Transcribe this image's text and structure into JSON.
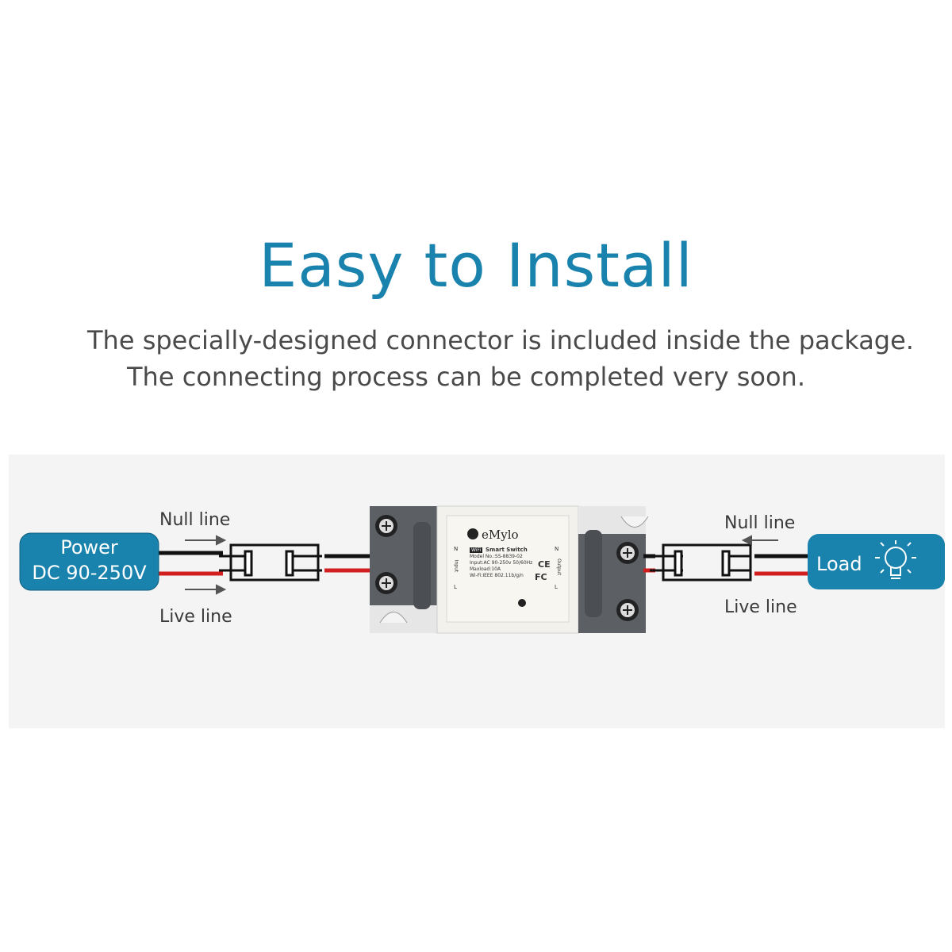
{
  "title": "Easy to Install",
  "subtitle_line1": "The specially-designed connector is included inside the package.",
  "subtitle_line2": "The connecting process can be completed very soon.",
  "left": {
    "null_line": "Null line",
    "live_line": "Live line",
    "power_line1": "Power",
    "power_line2": "DC 90-250V"
  },
  "right": {
    "null_line": "Null line",
    "live_line": "Live line",
    "load": "Load"
  },
  "device": {
    "brand": "eMylo",
    "wifi_badge": "WiFi",
    "product": "Smart Switch",
    "model": "Model No.:SS-8839-02",
    "input": "Input:AC 90-250v 50/60Hz",
    "maxload": "Maxload:10A",
    "wifi_spec": "Wi-Fi:IEEE 802.11b/g/n",
    "input_label": "Input",
    "output_label": "Output",
    "terminal_n": "N",
    "terminal_l": "L",
    "ce_mark": "CE",
    "fc_mark": "FC"
  },
  "colors": {
    "accent": "#1a83ad",
    "wire_red": "#d11f1f",
    "wire_black": "#111111",
    "panel_bg": "#f4f4f4",
    "housing": "#5c5f63"
  }
}
